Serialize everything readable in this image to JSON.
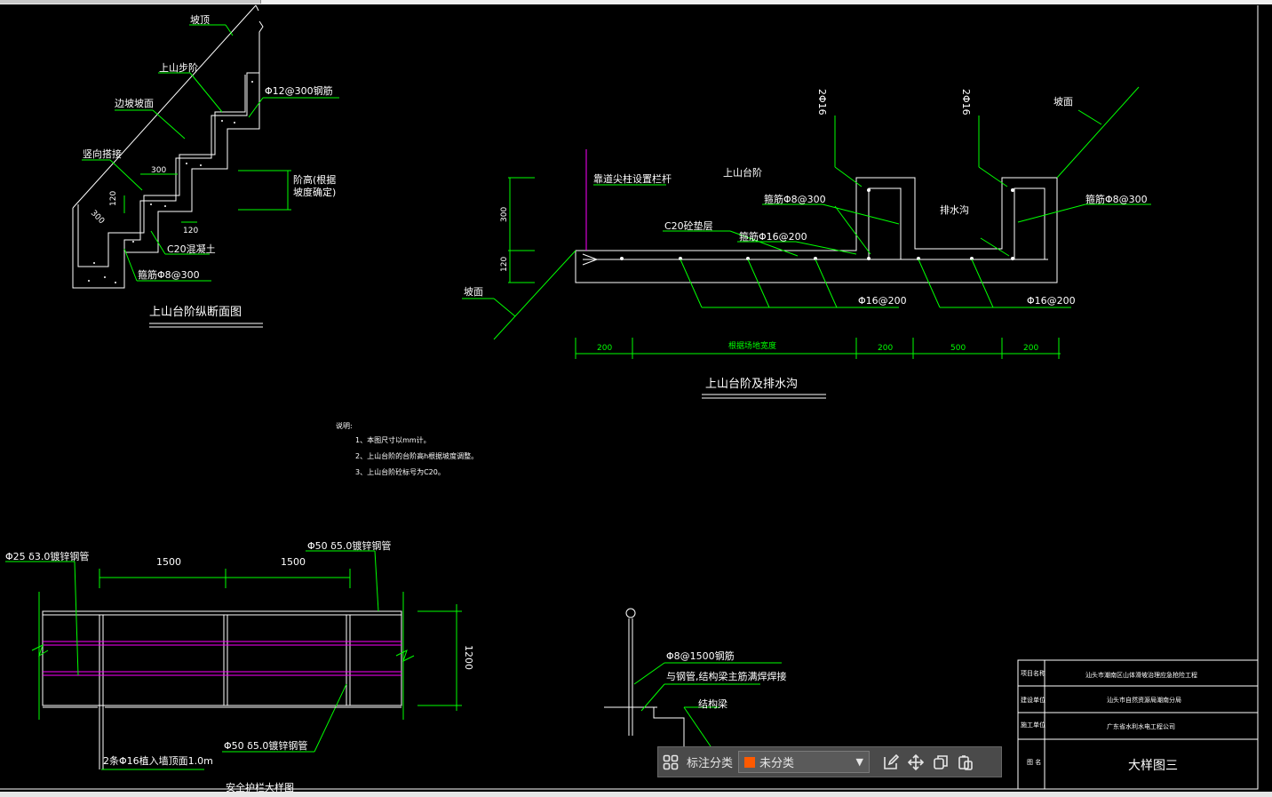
{
  "stair_section": {
    "slope_top": "坡顶",
    "steps": "上山步阶",
    "slope_surface": "边坡坡面",
    "formwork": "竖向搭接",
    "rebar_12": "Φ12@300钢筋",
    "dim_300": "300",
    "dim_120a": "120",
    "dim_120b": "120",
    "dim_300b": "300",
    "rise_note_1": "阶高(根据",
    "rise_note_2": "坡度确定)",
    "concrete": "C20混凝土",
    "rebar_8": "箍筋Φ8@300",
    "title": "上山台阶纵断面图"
  },
  "drain_section": {
    "rebar_2phi16_left": "2Φ16",
    "rebar_2phi16_right": "2Φ16",
    "slope_top": "坡面",
    "railing_note": "靠道尖柱设置栏杆",
    "steps": "上山台阶",
    "stirrup_left": "箍筋Φ8@300",
    "drain": "排水沟",
    "stirrup_right": "箍筋Φ8@300",
    "c20": "C20砼垫层",
    "stirrup_16": "箍筋Φ16@200",
    "dim_300": "300",
    "dim_120": "120",
    "slope": "坡面",
    "phi16_left": "Φ16@200",
    "phi16_right": "Φ16@200",
    "dim_200a": "200",
    "dim_width": "根据场地宽度",
    "dim_200b": "200",
    "dim_500": "500",
    "dim_200c": "200",
    "title": "上山台阶及排水沟"
  },
  "notes": {
    "heading": "说明:",
    "items": [
      "1、本图尺寸以mm计。",
      "2、上山台阶的台阶高h根据坡度调整。",
      "3、上山台阶砼标号为C20。"
    ]
  },
  "railing": {
    "pipe_25": "Φ25 δ3.0镀锌钢管",
    "pipe_50_top": "Φ50 δ5.0镀锌钢管",
    "dim_1500a": "1500",
    "dim_1500b": "1500",
    "dim_1200": "1200",
    "pipe_50_bottom": "Φ50 δ5.0镀锌钢管",
    "anchor": "2条Φ16植入墙顶面1.0m",
    "title": "安全护栏大样图"
  },
  "post_detail": {
    "rebar": "Φ8@1500钢筋",
    "weld": "与钢管,结构梁主筋满焊焊接",
    "beam": "结构梁"
  },
  "title_block": {
    "project_label": "项目名称",
    "project_value": "汕头市潮南区山体滑坡治理应急抢险工程",
    "client_label": "建设单位",
    "client_value": "汕头市自然资源局潮南分局",
    "contractor_label": "施工单位",
    "contractor_value": "广东省水利水电工程公司",
    "drawing_label": "图  名",
    "drawing_value": "大样图三"
  },
  "annotation_toolbar": {
    "category_label": "标注分类",
    "category_value": "未分类",
    "category_color": "#ff5a00",
    "icons": [
      "grid-icon",
      "edit-icon",
      "move-icon",
      "copy-icon",
      "paste-icon"
    ]
  }
}
